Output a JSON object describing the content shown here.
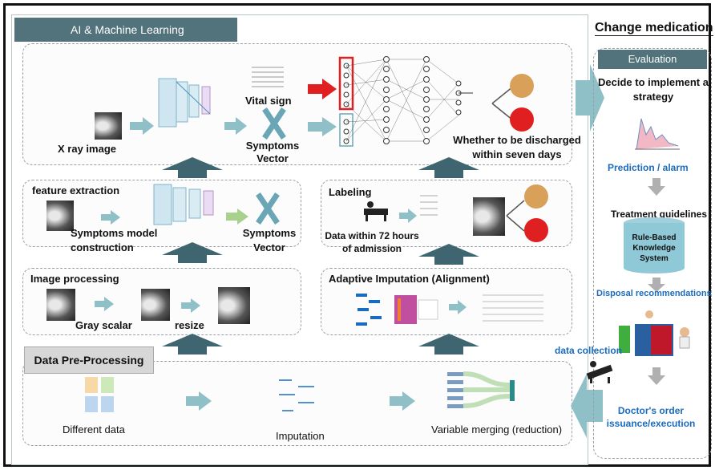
{
  "left": {
    "ai_header": "AI & Machine Learning",
    "preprocessing_header": "Data Pre-Processing",
    "ai_row": {
      "xray_label": "X ray image",
      "vital_sign": "Vital sign",
      "symptoms_vector": "Symptoms Vector",
      "outcome": "Whether to be discharged within seven days"
    },
    "feature_row": {
      "title": "feature extraction",
      "model_label": "Symptoms model construction",
      "symptoms_vector": "Symptoms Vector"
    },
    "labeling_row": {
      "title": "Labeling",
      "data_label": "Data within 72 hours of admission"
    },
    "image_row": {
      "title": "Image processing",
      "gray": "Gray scalar",
      "resize": "resize"
    },
    "imputation_row": {
      "title": "Adaptive Imputation (Alignment)"
    },
    "pre_row": {
      "different_data": "Different data",
      "imputation": "Imputation",
      "variable_merging": "Variable merging (reduction)"
    }
  },
  "right": {
    "title": "Change medication",
    "evaluation": "Evaluation",
    "decide": "Decide to implement a strategy",
    "prediction": "Prediction / alarm",
    "guidelines": "Treatment guidelines",
    "system": "Rule-Based Knowledge System",
    "disposal": "Disposal recommendations",
    "data_collection": "data collection",
    "doctors_order": "Doctor's order issuance/execution"
  },
  "colors": {
    "header": "#52727c",
    "arrow": "#8fc0c8",
    "up_arrow": "#3f6670",
    "red": "#e02020",
    "blue_text": "#1a6cc0"
  }
}
